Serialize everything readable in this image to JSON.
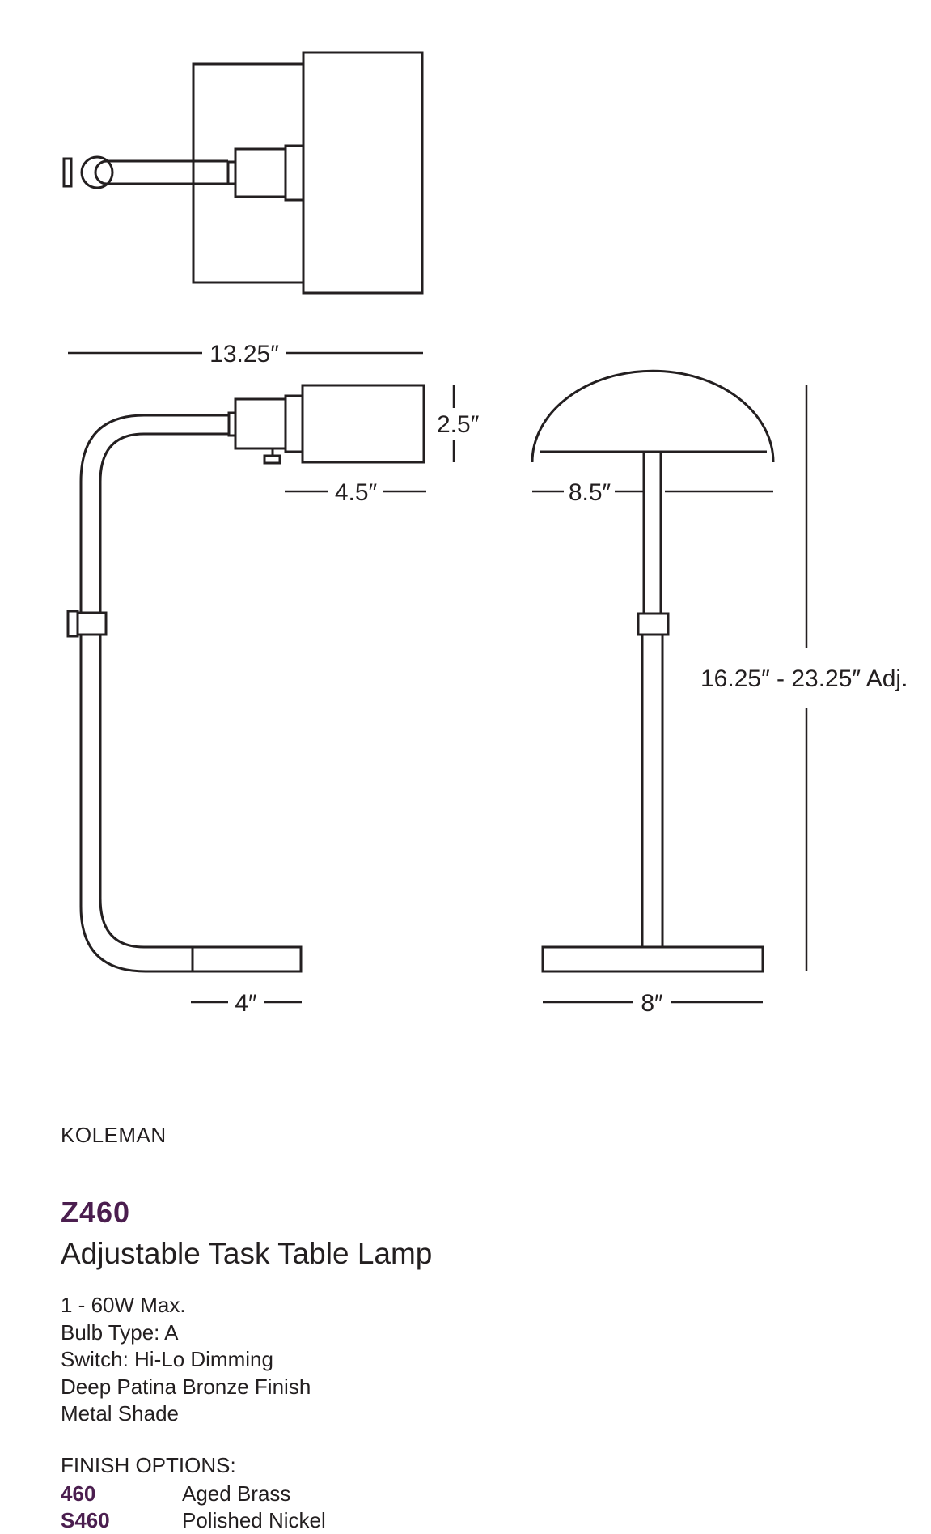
{
  "dimensions": {
    "overall_width": "13.25″",
    "shade_height": "2.5″",
    "shade_length": "4.5″",
    "shade_diameter": "8.5″",
    "height_range": "16.25″ - 23.25″ Adj.",
    "side_base": "4″",
    "front_base": "8″"
  },
  "brand": "KOLEMAN",
  "model": "Z460",
  "product_name": "Adjustable Task Table Lamp",
  "specs": [
    "1 - 60W Max.",
    "Bulb Type: A",
    "Switch: Hi-Lo Dimming",
    "Deep Patina Bronze Finish",
    "Metal Shade"
  ],
  "finish_options": {
    "heading": "FINISH OPTIONS:",
    "items": [
      {
        "code": "460",
        "name": "Aged Brass"
      },
      {
        "code": "S460",
        "name": "Polished Nickel"
      }
    ]
  },
  "colors": {
    "line": "#231f20",
    "accent": "#4b1e4f"
  }
}
